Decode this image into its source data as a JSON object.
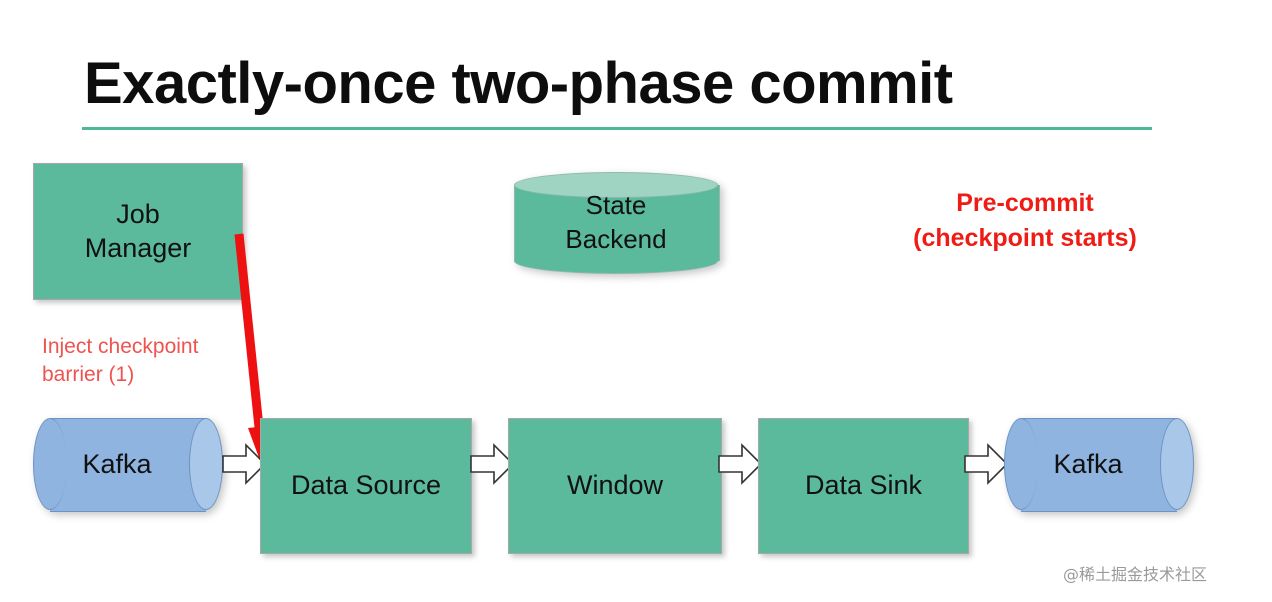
{
  "slide": {
    "title": "Exactly-once two-phase commit",
    "rule_color": "#4db79a",
    "background": "#ffffff"
  },
  "nodes": {
    "job_manager": {
      "label": "Job\nManager",
      "fill": "#5bb99c",
      "shape": "rectangle"
    },
    "state_backend": {
      "label": "State\nBackend",
      "fill": "#5bb99c",
      "top_fill": "#9fd4c2",
      "shape": "cylinder"
    },
    "data_source": {
      "label": "Data Source",
      "fill": "#5bb99c",
      "shape": "rectangle"
    },
    "window": {
      "label": "Window",
      "fill": "#5bb99c",
      "shape": "rectangle"
    },
    "data_sink": {
      "label": "Data Sink",
      "fill": "#5bb99c",
      "shape": "rectangle"
    },
    "kafka_in": {
      "label": "Kafka",
      "fill": "#8fb4e0",
      "shape": "cylinder"
    },
    "kafka_out": {
      "label": "Kafka",
      "fill": "#8fb4e0",
      "shape": "cylinder"
    }
  },
  "flow_arrows": [
    {
      "name": "kafka-in-to-data-source",
      "from": "kafka_in",
      "to": "data_source"
    },
    {
      "name": "data-source-to-window",
      "from": "data_source",
      "to": "window"
    },
    {
      "name": "window-to-data-sink",
      "from": "window",
      "to": "data_sink"
    },
    {
      "name": "data-sink-to-kafka-out",
      "from": "data_sink",
      "to": "kafka_out"
    }
  ],
  "annotations": {
    "barrier": {
      "label": "Inject checkpoint\nbarrier (1)",
      "color": "#ef5350",
      "arrow_color": "#ee1111",
      "arrow_from": "job_manager",
      "arrow_to": "data_source"
    },
    "pre_commit": {
      "label": "Pre-commit\n(checkpoint starts)",
      "color": "#ee1c14"
    }
  },
  "watermark": {
    "text": "@稀土掘金技术社区",
    "color": "#9a9a9a"
  }
}
